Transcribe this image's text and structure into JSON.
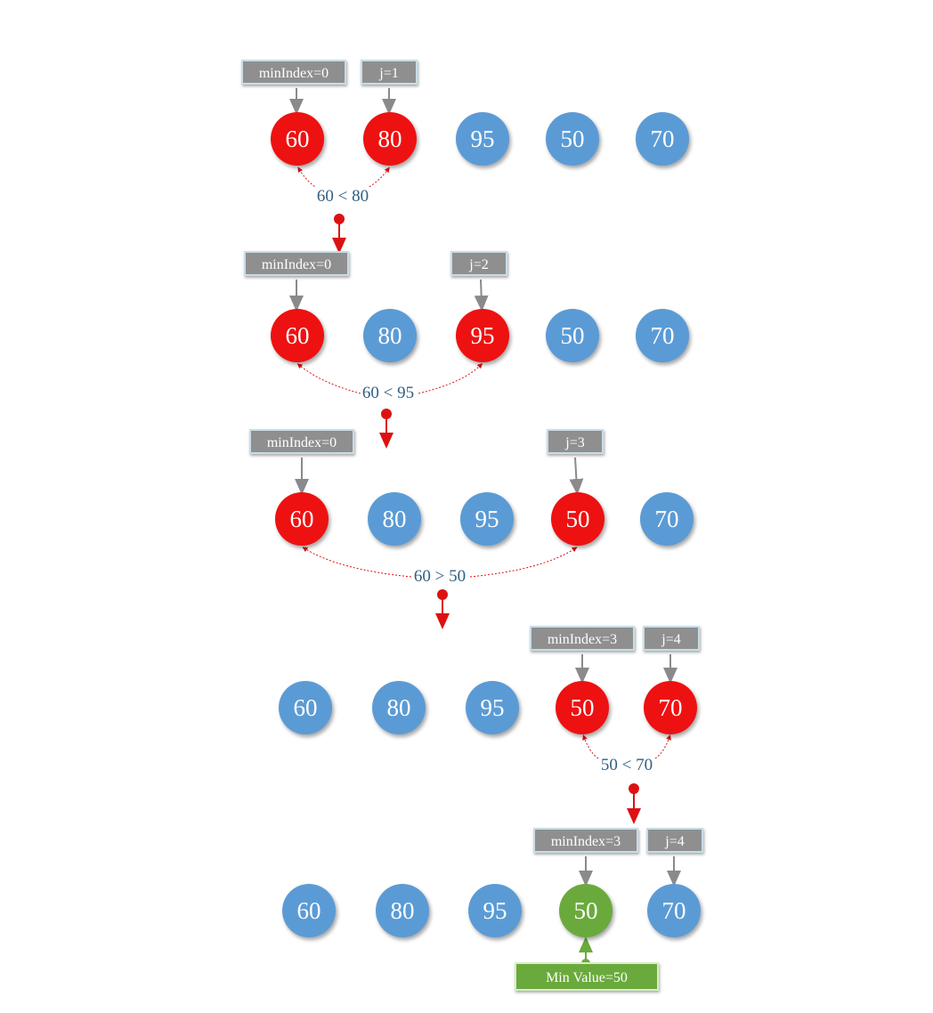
{
  "steps": [
    {
      "values": [
        "60",
        "80",
        "95",
        "50",
        "70"
      ],
      "states": [
        "red",
        "red",
        "blue",
        "blue",
        "blue"
      ],
      "min_label": "minIndex=0",
      "j_label": "j=1",
      "comparison": "60 < 80"
    },
    {
      "values": [
        "60",
        "80",
        "95",
        "50",
        "70"
      ],
      "states": [
        "red",
        "blue",
        "red",
        "blue",
        "blue"
      ],
      "min_label": "minIndex=0",
      "j_label": "j=2",
      "comparison": "60 < 95"
    },
    {
      "values": [
        "60",
        "80",
        "95",
        "50",
        "70"
      ],
      "states": [
        "red",
        "blue",
        "blue",
        "red",
        "blue"
      ],
      "min_label": "minIndex=0",
      "j_label": "j=3",
      "comparison": "60 > 50"
    },
    {
      "values": [
        "60",
        "80",
        "95",
        "50",
        "70"
      ],
      "states": [
        "blue",
        "blue",
        "blue",
        "red",
        "red"
      ],
      "min_label": "minIndex=3",
      "j_label": "j=4",
      "comparison": "50 < 70"
    },
    {
      "values": [
        "60",
        "80",
        "95",
        "50",
        "70"
      ],
      "states": [
        "blue",
        "blue",
        "blue",
        "green",
        "blue"
      ],
      "min_label": "minIndex=3",
      "j_label": "j=4",
      "result_label": "Min Value=50"
    }
  ],
  "colors": {
    "default_node": "#5b9bd5",
    "compared_node": "#ee1111",
    "min_node": "#6aaa3c",
    "pointer_label": "#8f8f8f",
    "comparison_text": "#2f5f83",
    "step_arrow": "#dd1111"
  }
}
